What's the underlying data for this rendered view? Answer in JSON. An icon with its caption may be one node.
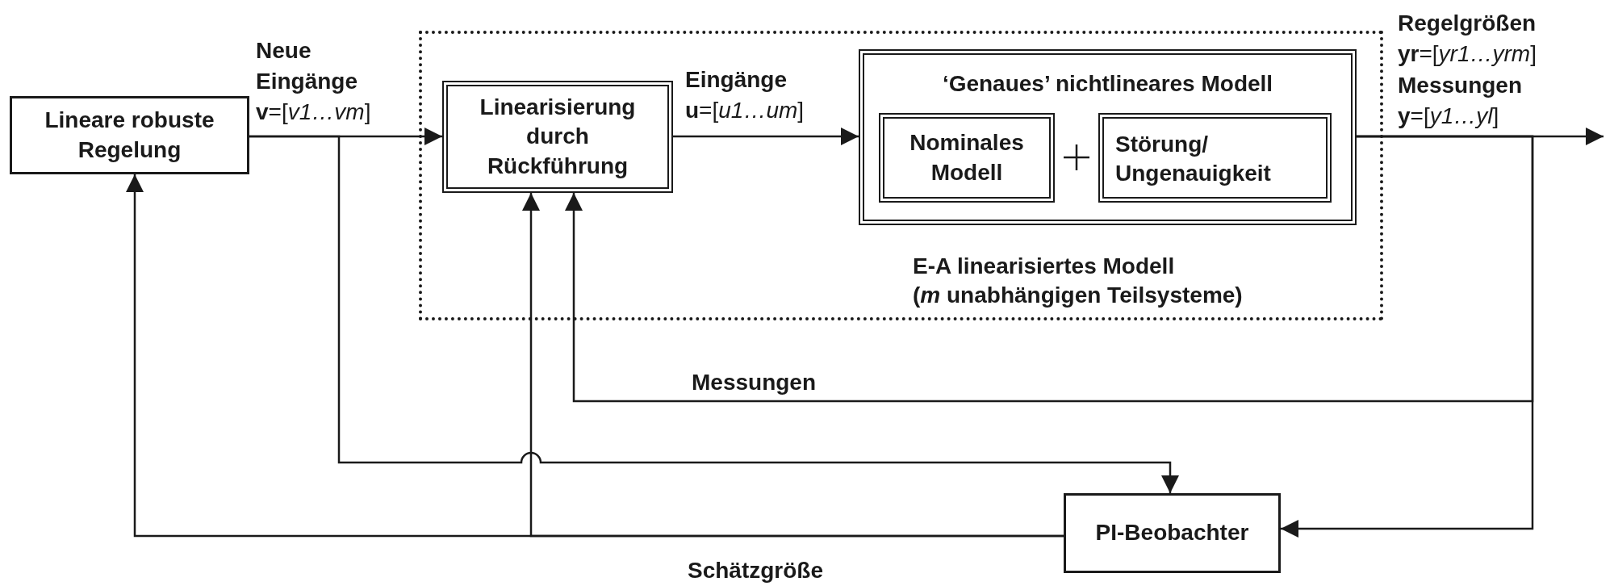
{
  "diagram": {
    "nodes": [
      {
        "text": [
          "Lineare robuste Regelung"
        ]
      },
      {
        "text": [
          "E-A linearisiertes Modell",
          "(*m* unabhängigen Teilsysteme)"
        ]
      },
      {
        "text": [
          "Linearisierung durch Rückführung"
        ],
        "in": 1
      },
      {
        "text": [
          "‘Genaues’ nichtlineares Modell"
        ],
        "in": 1
      },
      {
        "text": [
          "Nominales Modell"
        ],
        "in": 3
      },
      {
        "text": [
          "Störung/ Ungenauigkeit"
        ],
        "in": 3
      },
      {
        "text": [
          "PI-Beobachter"
        ]
      }
    ],
    "edges": [
      {
        "from": 0,
        "to": 2,
        "arrow": "to",
        "label": "**Neue Eingänge** **v**=[*v1…vm*]"
      },
      {
        "from": 0,
        "to": 6,
        "arrow": "to"
      },
      {
        "from": 2,
        "to": 3,
        "arrow": "to",
        "label": "**Eingänge** **u**=[*u1…um*]"
      },
      {
        "from": 3,
        "to": null,
        "arrow": "to",
        "label": "**Regelgrößen** **yr**=[*yr1…yrm*]"
      },
      {
        "from": 3,
        "to": 6,
        "arrow": "to",
        "label": "**Messungen** **y**=[*y1…yl*]"
      },
      {
        "from": 3,
        "to": 2,
        "arrow": "to",
        "label": "**Messungen**"
      },
      {
        "from": 6,
        "to": 0,
        "arrow": "to",
        "label": "**Schätzgröße**"
      },
      {
        "from": 6,
        "to": 2,
        "arrow": "to"
      }
    ]
  }
}
